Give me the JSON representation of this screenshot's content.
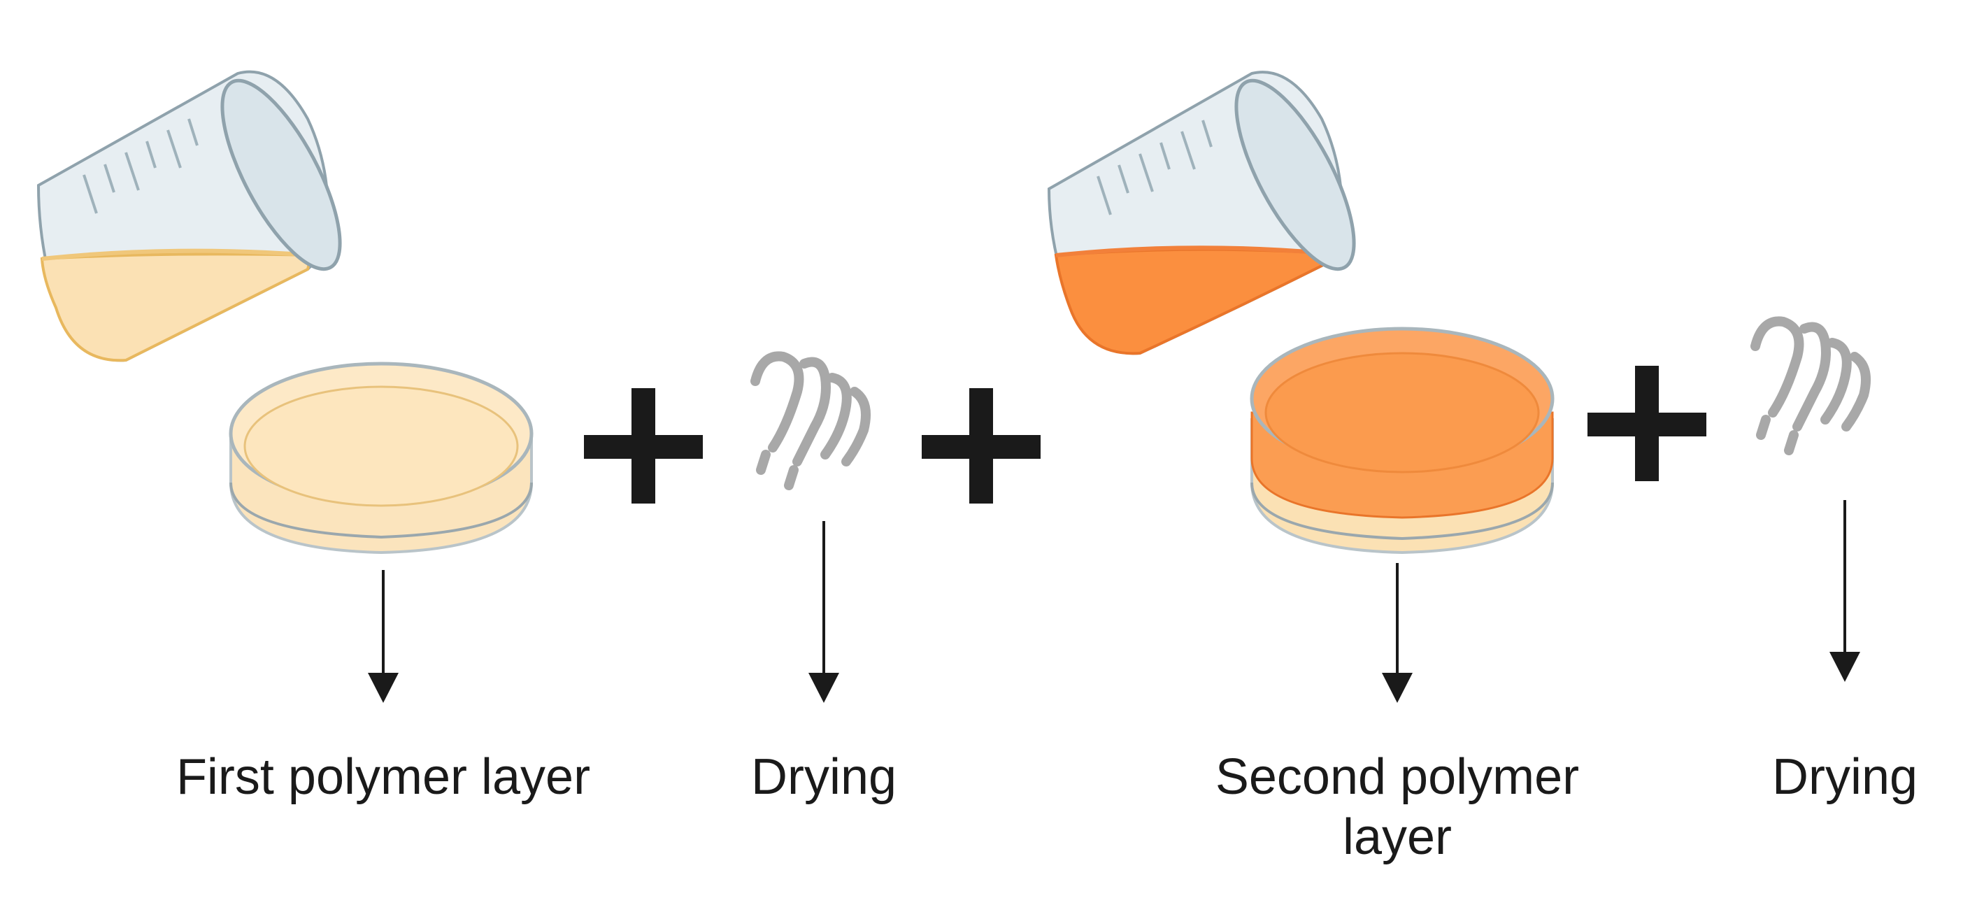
{
  "colors": {
    "first_polymer": "#fbe1b4",
    "first_polymer_edge": "#e8b85e",
    "second_polymer": "#fb9b4e",
    "second_polymer_edge": "#e9752a",
    "glass": "#e3ecf1",
    "glass_edge": "#8fa2ac",
    "steam": "#a8a8a8",
    "arrow": "#1a1a1a",
    "plus": "#1a1a1a"
  },
  "icons": {
    "beaker_1": "pouring-beaker-icon",
    "dish_1": "petri-dish-icon",
    "steam_1": "steam-icon",
    "beaker_2": "pouring-beaker-icon",
    "dish_2": "petri-dish-icon",
    "steam_2": "steam-icon",
    "plus": "plus-icon",
    "arrow": "down-arrow-icon"
  },
  "labels": {
    "step1": "First polymer layer",
    "step2": "Drying",
    "step3_line1": "Second polymer",
    "step3_line2": "layer",
    "step4": "Drying"
  }
}
